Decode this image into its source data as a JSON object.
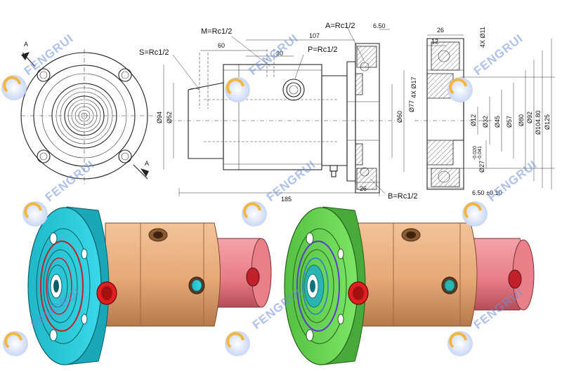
{
  "brand": {
    "watermark": "FENGRUI"
  },
  "labels": {
    "port_s": "S=Rc1/2",
    "port_m": "M=Rc1/2",
    "port_p": "P=Rc1/2",
    "port_a": "A=Rc1/2",
    "port_b": "B=Rc1/2",
    "section_a_top": "A",
    "section_a_bottom": "A"
  },
  "dimensions": {
    "d60": "60",
    "d107": "107",
    "d30": "30",
    "d650_top": "6.50",
    "d26_top": "26",
    "d12": "12",
    "d185": "185",
    "d26_bottom": "26",
    "d650_tol": "6.50 ±0.10",
    "phi94": "Ø94",
    "phi52": "Ø52",
    "phi17": "4X Ø17",
    "phi11": "4X Ø11",
    "phi60": "Ø60",
    "phi77": "Ø77",
    "phi12": "Ø12",
    "phi32": "Ø32",
    "phi45": "Ø45",
    "phi57": "Ø57",
    "phi80": "Ø80",
    "phi92": "Ø92",
    "phi10480": "Ø104.80",
    "phi125": "Ø125",
    "phi27": "Ø27",
    "tol_hi": "-0.020",
    "tol_lo": "-0.041"
  },
  "colors": {
    "cyan_flange": "#2fd0e0",
    "green_flange": "#6fdc5a",
    "body_tan": "#e6a877",
    "rear_pink": "#e77b86",
    "plug_red": "#e02020",
    "plug_teal": "#2ab5b0",
    "watermark_blue": "#6f8fd8",
    "logo_orange": "#f5b63c"
  }
}
